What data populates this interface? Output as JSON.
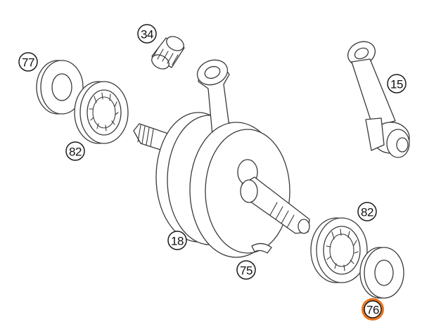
{
  "diagram": {
    "callouts": [
      {
        "id": "c77a",
        "label": "77",
        "highlighted": false
      },
      {
        "id": "c34",
        "label": "34",
        "highlighted": false
      },
      {
        "id": "c15",
        "label": "15",
        "highlighted": false
      },
      {
        "id": "c82a",
        "label": "82",
        "highlighted": false
      },
      {
        "id": "c82b",
        "label": "82",
        "highlighted": false
      },
      {
        "id": "c18",
        "label": "18",
        "highlighted": false
      },
      {
        "id": "c75",
        "label": "75",
        "highlighted": false
      },
      {
        "id": "c76",
        "label": "76",
        "highlighted": true
      }
    ],
    "colors": {
      "line": "#3a3a3a",
      "highlight": "#e8731e",
      "background": "#ffffff"
    }
  }
}
